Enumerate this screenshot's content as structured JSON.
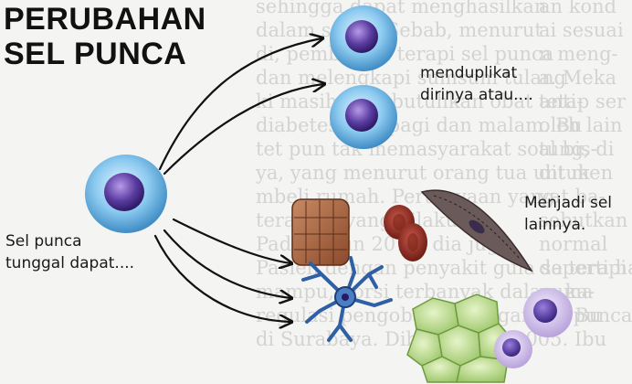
{
  "title": {
    "line1": "PERUBAHAN",
    "line2": "SEL PUNCA"
  },
  "labels": {
    "duplicate": [
      "menduplikat",
      "dirinya atau...."
    ],
    "become_other": [
      "Menjadi sel",
      "lainnya."
    ],
    "single_stem_cell": [
      "Sel punca",
      "tunggal dapat...."
    ]
  },
  "colors": {
    "stem_cell_blue": "#5aa6d6",
    "nucleus_purple": "#5a3ca0",
    "muscle_brown": "#9a5a3c",
    "red_blood_cell": "#8e2a1e",
    "neuron_blue": "#3a6fb0",
    "epithelial_green": "#b6d88a",
    "white_cell_lilac": "#c8b6e2"
  }
}
